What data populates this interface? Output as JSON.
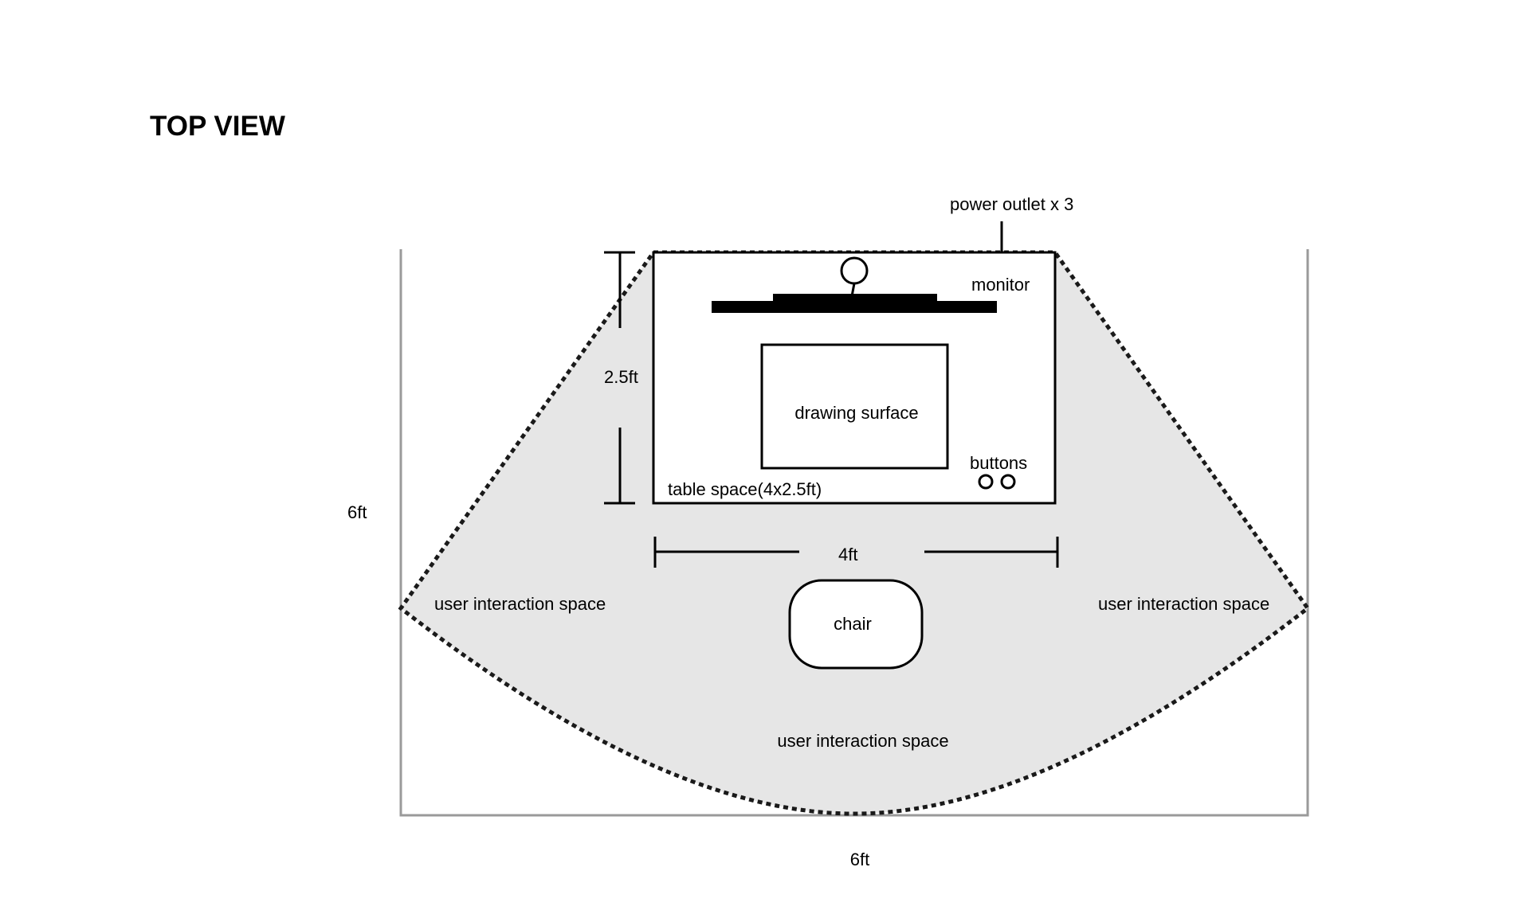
{
  "title": "TOP VIEW",
  "labels": {
    "power_outlet": "power outlet x 3",
    "monitor": "monitor",
    "table_height": "2.5ft",
    "drawing_surface": "drawing surface",
    "buttons": "buttons",
    "table_space": "table space(4x2.5ft)",
    "table_width": "4ft",
    "room_height": "6ft",
    "room_width": "6ft",
    "chair": "chair",
    "interaction_left": "user interaction space",
    "interaction_right": "user interaction space",
    "interaction_bottom": "user interaction space"
  },
  "colors": {
    "zone_fill": "#e6e6e6",
    "room_wall": "#9a9a9a",
    "ink": "#000000"
  }
}
